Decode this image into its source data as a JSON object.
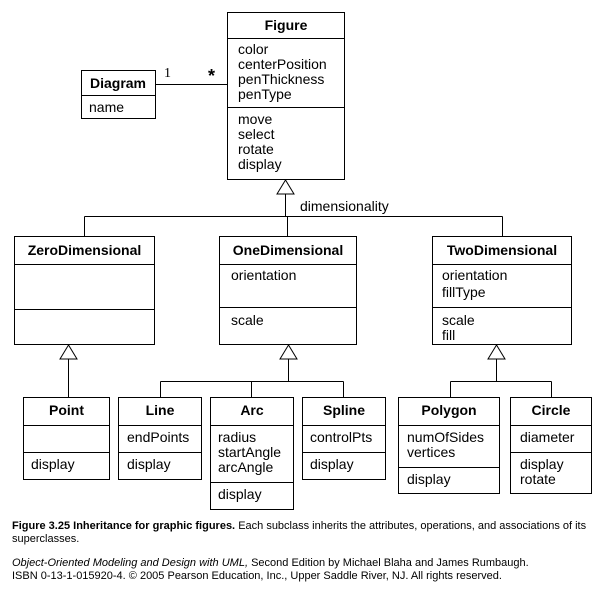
{
  "classes": {
    "figure": {
      "name": "Figure",
      "attributes": [
        "color",
        "centerPosition",
        "penThickness",
        "penType"
      ],
      "operations": [
        "move",
        "select",
        "rotate",
        "display"
      ]
    },
    "diagram": {
      "name": "Diagram",
      "attributes": [
        "name"
      ]
    },
    "zero": {
      "name": "ZeroDimensional",
      "attributes": [],
      "operations": []
    },
    "one": {
      "name": "OneDimensional",
      "attributes": [
        "orientation"
      ],
      "operations": [
        "scale"
      ]
    },
    "two": {
      "name": "TwoDimensional",
      "attributes": [
        "orientation",
        "fillType"
      ],
      "operations": [
        "scale",
        "fill"
      ]
    },
    "point": {
      "name": "Point",
      "attributes": [],
      "operations": [
        "display"
      ]
    },
    "line": {
      "name": "Line",
      "attributes": [
        "endPoints"
      ],
      "operations": [
        "display"
      ]
    },
    "arc": {
      "name": "Arc",
      "attributes": [
        "radius",
        "startAngle",
        "arcAngle"
      ],
      "operations": [
        "display"
      ]
    },
    "spline": {
      "name": "Spline",
      "attributes": [
        "controlPts"
      ],
      "operations": [
        "display"
      ]
    },
    "polygon": {
      "name": "Polygon",
      "attributes": [
        "numOfSides",
        "vertices"
      ],
      "operations": [
        "display"
      ]
    },
    "circle": {
      "name": "Circle",
      "attributes": [
        "diameter"
      ],
      "operations": [
        "display",
        "rotate"
      ]
    }
  },
  "association": {
    "diagram_multiplicity": "1",
    "figure_multiplicity": "*"
  },
  "discriminator": "dimensionality",
  "caption": {
    "figure_label": "Figure 3.25",
    "figure_title": "Inheritance for graphic figures.",
    "figure_text": "Each subclass inherits the attributes, operations, and associations of its superclasses.",
    "book_title": "Object-Oriented Modeling and Design with UML,",
    "book_rest": "Second Edition by Michael Blaha and James Rumbaugh.",
    "isbn_line": "ISBN 0-13-1-015920-4. © 2005 Pearson Education, Inc., Upper Saddle River, NJ. All rights reserved."
  },
  "colors": {
    "stroke": "#000000",
    "background": "#ffffff"
  }
}
